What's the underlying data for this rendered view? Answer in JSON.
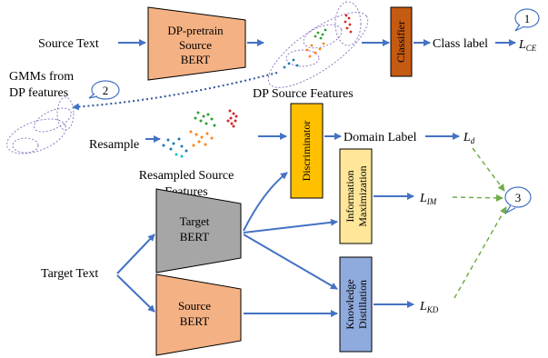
{
  "texts": {
    "source_text": "Source  Text",
    "target_text": "Target  Text",
    "class_label": "Class label",
    "gmms": [
      "GMMs from",
      "DP features"
    ],
    "resample": "Resample",
    "dp_source_features": "DP Source Features",
    "resampled_source_features": [
      "Resampled Source",
      "Features"
    ],
    "domain_label": "Domain Label"
  },
  "blocks": {
    "dp_pretrain": [
      "DP-pretrain",
      "Source",
      "BERT"
    ],
    "target_bert": [
      "Target",
      "BERT"
    ],
    "source_bert": [
      "Source",
      "BERT"
    ],
    "classifier": "Classifier",
    "discriminator": "Discriminator",
    "info_max": [
      "Information",
      "Maximization"
    ],
    "knowledge_distill": [
      "Knowledge",
      "Distillation"
    ]
  },
  "losses": {
    "ce": {
      "main": "L",
      "sub": "CE"
    },
    "d": {
      "main": "L",
      "sub": "d"
    },
    "im": {
      "main": "L",
      "sub": "IM"
    },
    "kd": {
      "main": "L",
      "sub": "KD"
    }
  },
  "badges": {
    "one": "1",
    "two": "2",
    "three": "3"
  },
  "colors": {
    "arrow": "#4472c4",
    "orange_block": "#f4b183",
    "gray_block": "#a6a6a6",
    "classifier_fill": "#c55a11",
    "discriminator_fill": "#ffc000",
    "info_fill": "#ffe699",
    "kd_fill": "#8faadc",
    "dashed": "#70ad47"
  }
}
